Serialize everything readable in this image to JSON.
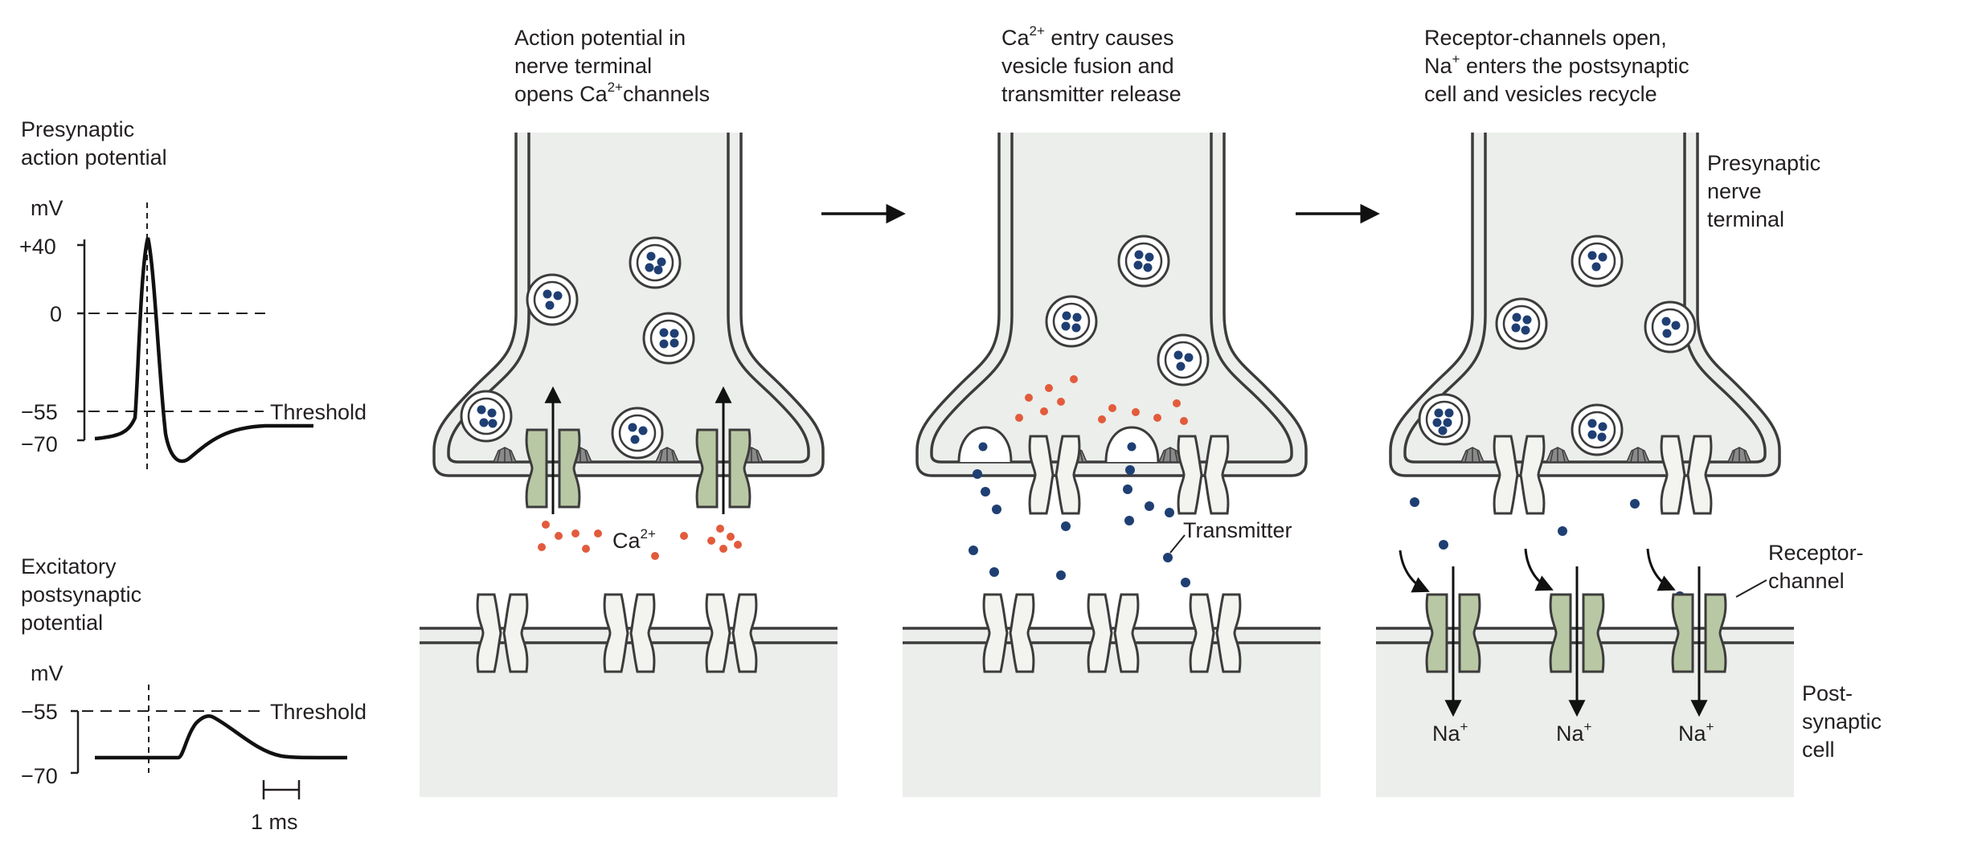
{
  "captions": {
    "panel1": [
      "Action potential in",
      "nerve terminal",
      "opens Ca",
      "2+",
      "channels"
    ],
    "panel2": [
      "Ca",
      "2+",
      " entry causes",
      "vesicle fusion and",
      "transmitter release"
    ],
    "panel3": [
      "Receptor-channels open,",
      "Na",
      "+",
      " enters the postsynaptic",
      "cell and vesicles recycle"
    ]
  },
  "presynaptic_trace": {
    "title_line1": "Presynaptic",
    "title_line2": "action potential",
    "unit": "mV",
    "ticks": [
      "+40",
      "0",
      "−55",
      "−70"
    ],
    "threshold_label": "Threshold"
  },
  "postsynaptic_trace": {
    "title_line1": "Excitatory",
    "title_line2": "postsynaptic",
    "title_line3": "potential",
    "unit": "mV",
    "ticks": [
      "−55",
      "−70"
    ],
    "threshold_label": "Threshold",
    "scale_bar": "1 ms"
  },
  "labels": {
    "calcium": "Ca",
    "calcium_sup": "2+",
    "transmitter": "Transmitter",
    "presynaptic_terminal": [
      "Presynaptic",
      "nerve",
      "terminal"
    ],
    "receptor_channel": [
      "Receptor-",
      "channel"
    ],
    "postsynaptic_cell": [
      "Post-",
      "synaptic",
      "cell"
    ],
    "sodium": "Na",
    "sodium_sup": "+"
  },
  "colors": {
    "membrane_fill": "#ebeeea",
    "membrane_stroke": "#3c3c3c",
    "vesicle_dot": "#1f3f73",
    "calcium_dot": "#e25b3c",
    "closed_channel": "#f3f4f0",
    "open_channel": "#b9c8a4",
    "receptor_open": "#a9bd91"
  }
}
